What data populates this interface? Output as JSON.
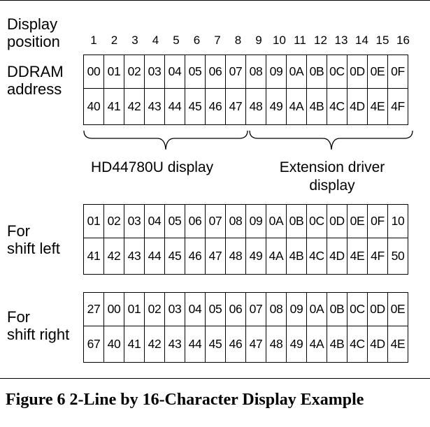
{
  "labels": {
    "display_position": [
      "Display",
      "position"
    ],
    "ddram_address": [
      "DDRAM",
      "address"
    ],
    "shift_left": [
      "For",
      "shift left"
    ],
    "shift_right": [
      "For",
      "shift right"
    ]
  },
  "positions": [
    "1",
    "2",
    "3",
    "4",
    "5",
    "6",
    "7",
    "8",
    "9",
    "10",
    "11",
    "12",
    "13",
    "14",
    "15",
    "16"
  ],
  "tables": {
    "ddram": [
      [
        "00",
        "01",
        "02",
        "03",
        "04",
        "05",
        "06",
        "07",
        "08",
        "09",
        "0A",
        "0B",
        "0C",
        "0D",
        "0E",
        "0F"
      ],
      [
        "40",
        "41",
        "42",
        "43",
        "44",
        "45",
        "46",
        "47",
        "48",
        "49",
        "4A",
        "4B",
        "4C",
        "4D",
        "4E",
        "4F"
      ]
    ],
    "shift_left": [
      [
        "01",
        "02",
        "03",
        "04",
        "05",
        "06",
        "07",
        "08",
        "09",
        "0A",
        "0B",
        "0C",
        "0D",
        "0E",
        "0F",
        "10"
      ],
      [
        "41",
        "42",
        "43",
        "44",
        "45",
        "46",
        "47",
        "48",
        "49",
        "4A",
        "4B",
        "4C",
        "4D",
        "4E",
        "4F",
        "50"
      ]
    ],
    "shift_right": [
      [
        "27",
        "00",
        "01",
        "02",
        "03",
        "04",
        "05",
        "06",
        "07",
        "08",
        "09",
        "0A",
        "0B",
        "0C",
        "0D",
        "0E"
      ],
      [
        "67",
        "40",
        "41",
        "42",
        "43",
        "44",
        "45",
        "46",
        "47",
        "48",
        "49",
        "4A",
        "4B",
        "4C",
        "4D",
        "4E"
      ]
    ]
  },
  "braces": {
    "left_label": "HD44780U display",
    "right_label_lines": [
      "Extension driver",
      "display"
    ]
  },
  "caption": "Figure 6   2-Line by 16-Character Display Example"
}
